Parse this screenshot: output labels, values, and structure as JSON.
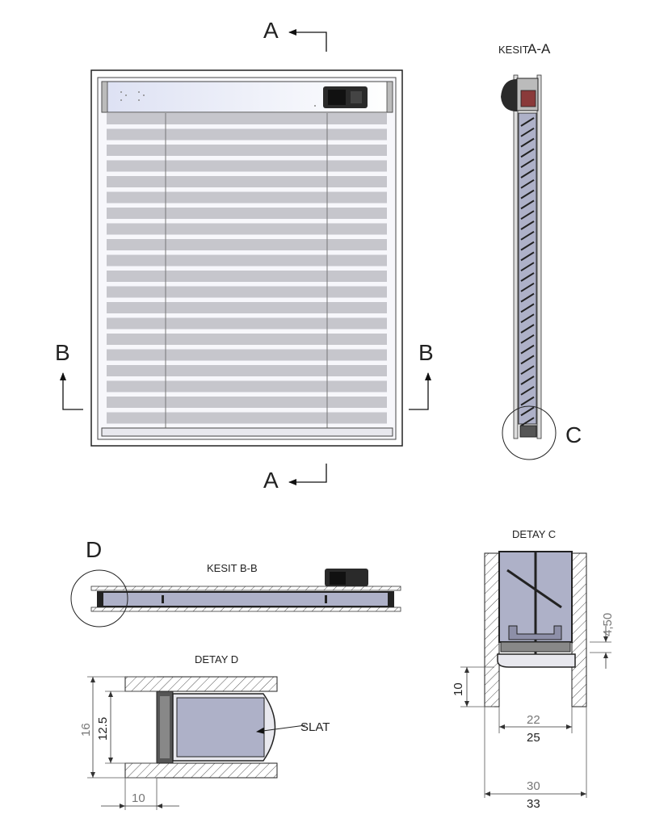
{
  "section_marks": {
    "a_top": "A",
    "a_bottom": "A",
    "b_left": "B",
    "b_right": "B"
  },
  "section_aa": {
    "title_prefix": "KESIT",
    "title_suffix": "A-A",
    "callout": "C"
  },
  "section_bb": {
    "title": "KESIT B-B",
    "callout": "D"
  },
  "detail_c": {
    "title": "DETAY C",
    "dims": {
      "d450": "4,50",
      "d10": "10",
      "d22": "22",
      "d25": "25",
      "d30": "30",
      "d33": "33"
    }
  },
  "detail_d": {
    "title": "DETAY D",
    "dims": {
      "d16": "16",
      "d125": "12.5",
      "d10": "10"
    },
    "label_slat": "SLAT"
  },
  "colors": {
    "line": "#222222",
    "slat_fill": "#c6c6cc",
    "glass_fill": "#aeb1c8",
    "header_grad_start": "#dde1f3",
    "header_grad_end": "#ffffff",
    "motor": "#2a2a2a"
  }
}
